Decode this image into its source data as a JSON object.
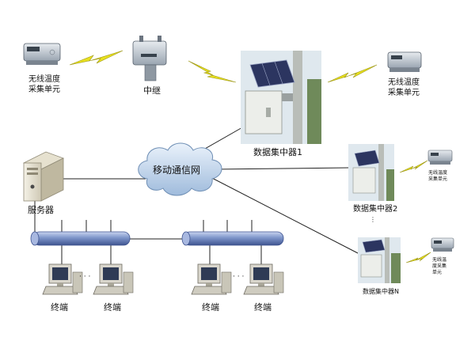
{
  "labels": {
    "sensor_left": [
      "无线温度",
      "采集单元"
    ],
    "relay": "中继",
    "sensor_right_top": [
      "无线温度",
      "采集单元"
    ],
    "concentrator_1": "数据集中器1",
    "cloud": "移动通信网",
    "server": "服务器",
    "concentrator_2": "数据集中器2",
    "concentrator_n": "数据集中器N",
    "sensor_small_1": [
      "无线温度",
      "采集单元"
    ],
    "sensor_small_2": [
      "无线温",
      "度采集",
      "单元"
    ],
    "ellipsis": "· · ·",
    "terminal": "终端",
    "terminal_2": "终端",
    "terminal_3": "终端",
    "terminal_4": "终端"
  },
  "colors": {
    "link": "#222222",
    "bolt": "#e8e020",
    "bolt_edge": "#9a9410",
    "cloud": "#b8cfe8",
    "cloud_edge": "#6f8fb5",
    "pipe": "#7d95c9",
    "pipe_dark": "#4f66a0",
    "panel": "#2c3560",
    "cabinet": "#eceeea",
    "sky": "#dfe8ee"
  }
}
